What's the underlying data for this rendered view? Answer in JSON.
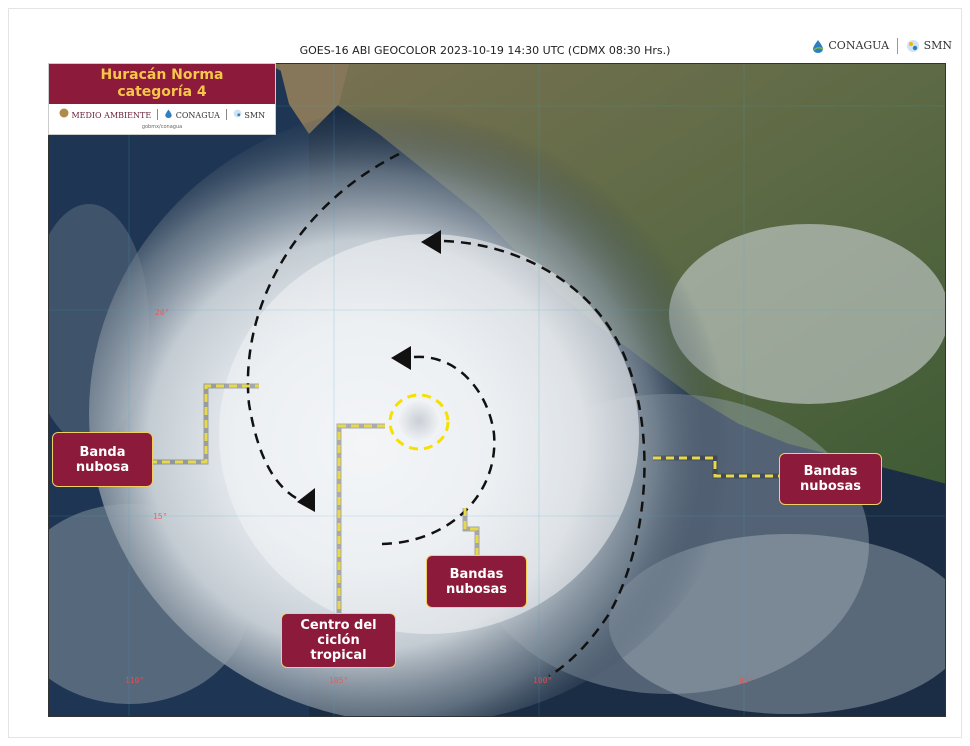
{
  "header": {
    "title": "GOES-16 ABI GEOCOLOR 2023-10-19 14:30 UTC (CDMX  08:30 Hrs.)",
    "logo_conagua": "CONAGUA",
    "logo_smn": "SMN"
  },
  "title_box": {
    "line1": "Huracán Norma",
    "line2": "categoría 4",
    "sponsor_1": "MEDIO AMBIENTE",
    "sponsor_2": "CONAGUA",
    "sponsor_3": "SMN",
    "social": "gobmx/conagua"
  },
  "labels": {
    "banda_left_1": "Banda",
    "banda_left_2": "nubosa",
    "bandas_right_1": "Bandas",
    "bandas_right_2": "nubosas",
    "bandas_center_1": "Bandas",
    "bandas_center_2": "nubosas",
    "centro_1": "Centro del",
    "centro_2": "ciclón",
    "centro_3": "tropical"
  },
  "coords": {
    "lat_20": "20°",
    "lat_15": "15°",
    "lon_110": "110°",
    "lon_105": "105°",
    "lon_100": "100°",
    "lon_95": "95°"
  },
  "colors": {
    "label_bg": "#8c1a3a",
    "label_border": "#f0d060",
    "title_text": "#f6c64a",
    "leader_line": "#e8d94a",
    "eye_circle": "#f5e000",
    "ocean": "#1b2d44"
  }
}
